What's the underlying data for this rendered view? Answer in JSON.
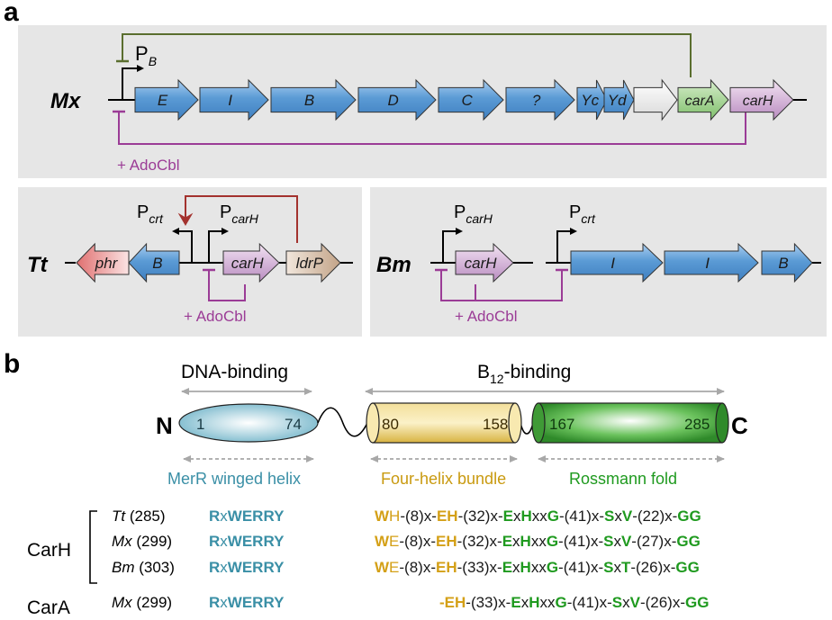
{
  "panels": {
    "a": "a",
    "b": "b"
  },
  "mx": {
    "organism": "Mx",
    "promoter": "P",
    "promoter_sub": "B",
    "genes": [
      "E",
      "I",
      "B",
      "D",
      "C",
      "?",
      "Yc",
      "Yd",
      "",
      "carA",
      "carH"
    ],
    "ligand": "+ AdoCbl"
  },
  "tt": {
    "organism": "Tt",
    "promoter1": "P",
    "promoter1_sub": "crt",
    "promoter2": "P",
    "promoter2_sub": "carH",
    "genes": [
      "phr",
      "B",
      "carH",
      "ldrP"
    ],
    "ligand": "+ AdoCbl"
  },
  "bm": {
    "organism": "Bm",
    "promoter1": "P",
    "promoter1_sub": "carH",
    "promoter2": "P",
    "promoter2_sub": "crt",
    "genes": [
      "carH",
      "I",
      "I",
      "B"
    ],
    "ligand": "+ AdoCbl"
  },
  "domains": {
    "dna_label": "DNA-binding",
    "b12_label_pre": "B",
    "b12_label_sub": "12",
    "b12_label_post": "-binding",
    "n_term": "N",
    "c_term": "C",
    "d1_start": "1",
    "d1_end": "74",
    "d2_start": "80",
    "d2_end": "158",
    "d3_start": "167",
    "d3_end": "285",
    "d1_name": "MerR winged helix",
    "d2_name": "Four-helix bundle",
    "d3_name": "Rossmann fold"
  },
  "groups": {
    "carh": "CarH",
    "cara": "CarA"
  },
  "rows": [
    {
      "org": "Tt",
      "len": "(285)",
      "motif1_a": "R",
      "motif1_b": "x",
      "motif1_c": "WERRY",
      "seg": [
        [
          "gold",
          "W"
        ],
        [
          "gold-light",
          "H"
        ],
        [
          "dark",
          "-(8)x-"
        ],
        [
          "gold",
          "EH"
        ],
        [
          "dark",
          "-(32)x-"
        ],
        [
          "green",
          "E"
        ],
        [
          "dark",
          "x"
        ],
        [
          "green",
          "H"
        ],
        [
          "dark",
          "xx"
        ],
        [
          "green",
          "G"
        ],
        [
          "dark",
          "-(41)x-"
        ],
        [
          "green",
          "S"
        ],
        [
          "dark",
          "x"
        ],
        [
          "green",
          "V"
        ],
        [
          "dark",
          "-(22)x-"
        ],
        [
          "green",
          "GG"
        ]
      ]
    },
    {
      "org": "Mx",
      "len": "(299)",
      "motif1_a": "R",
      "motif1_b": "x",
      "motif1_c": "WERRY",
      "seg": [
        [
          "gold",
          "W"
        ],
        [
          "gold-light",
          "E"
        ],
        [
          "dark",
          "-(8)x-"
        ],
        [
          "gold",
          "EH"
        ],
        [
          "dark",
          "-(32)x-"
        ],
        [
          "green",
          "E"
        ],
        [
          "dark",
          "x"
        ],
        [
          "green",
          "H"
        ],
        [
          "dark",
          "xx"
        ],
        [
          "green",
          "G"
        ],
        [
          "dark",
          "-(41)x-"
        ],
        [
          "green",
          "S"
        ],
        [
          "dark",
          "x"
        ],
        [
          "green",
          "V"
        ],
        [
          "dark",
          "-(27)x-"
        ],
        [
          "green",
          "GG"
        ]
      ]
    },
    {
      "org": "Bm",
      "len": "(303)",
      "motif1_a": "R",
      "motif1_b": "x",
      "motif1_c": "WERRY",
      "seg": [
        [
          "gold",
          "W"
        ],
        [
          "gold-light",
          "E"
        ],
        [
          "dark",
          "-(8)x-"
        ],
        [
          "gold",
          "EH"
        ],
        [
          "dark",
          "-(33)x-"
        ],
        [
          "green",
          "E"
        ],
        [
          "dark",
          "x"
        ],
        [
          "green",
          "H"
        ],
        [
          "dark",
          "xx"
        ],
        [
          "green",
          "G"
        ],
        [
          "dark",
          "-(41)x-"
        ],
        [
          "green",
          "S"
        ],
        [
          "dark",
          "x"
        ],
        [
          "green",
          "T"
        ],
        [
          "dark",
          "-(26)x-"
        ],
        [
          "green",
          "GG"
        ]
      ]
    },
    {
      "org": "Mx",
      "len": "(299)",
      "motif1_a": "R",
      "motif1_b": "x",
      "motif1_c": "WERRY",
      "seg": [
        [
          "gold",
          "-EH"
        ],
        [
          "dark",
          "-(33)x-"
        ],
        [
          "green",
          "E"
        ],
        [
          "dark",
          "x"
        ],
        [
          "green",
          "H"
        ],
        [
          "dark",
          "xx"
        ],
        [
          "green",
          "G"
        ],
        [
          "dark",
          "-(41)x-"
        ],
        [
          "green",
          "S"
        ],
        [
          "dark",
          "x"
        ],
        [
          "green",
          "V"
        ],
        [
          "dark",
          "-(26)x-"
        ],
        [
          "green",
          "GG"
        ]
      ]
    }
  ],
  "colors": {
    "blue": "#5b9bd5",
    "green_gene": "#8fc97e",
    "purple_gene": "#c8a2c8",
    "pink_gene": "#e88a8a",
    "tan_gene": "#c9a98a",
    "purple_line": "#9b3c96",
    "olive_line": "#5a6e2e",
    "red_line": "#a3322e",
    "teal": "#3a8fa6",
    "gold": "#d4a017",
    "green_text": "#1f9a1f"
  }
}
